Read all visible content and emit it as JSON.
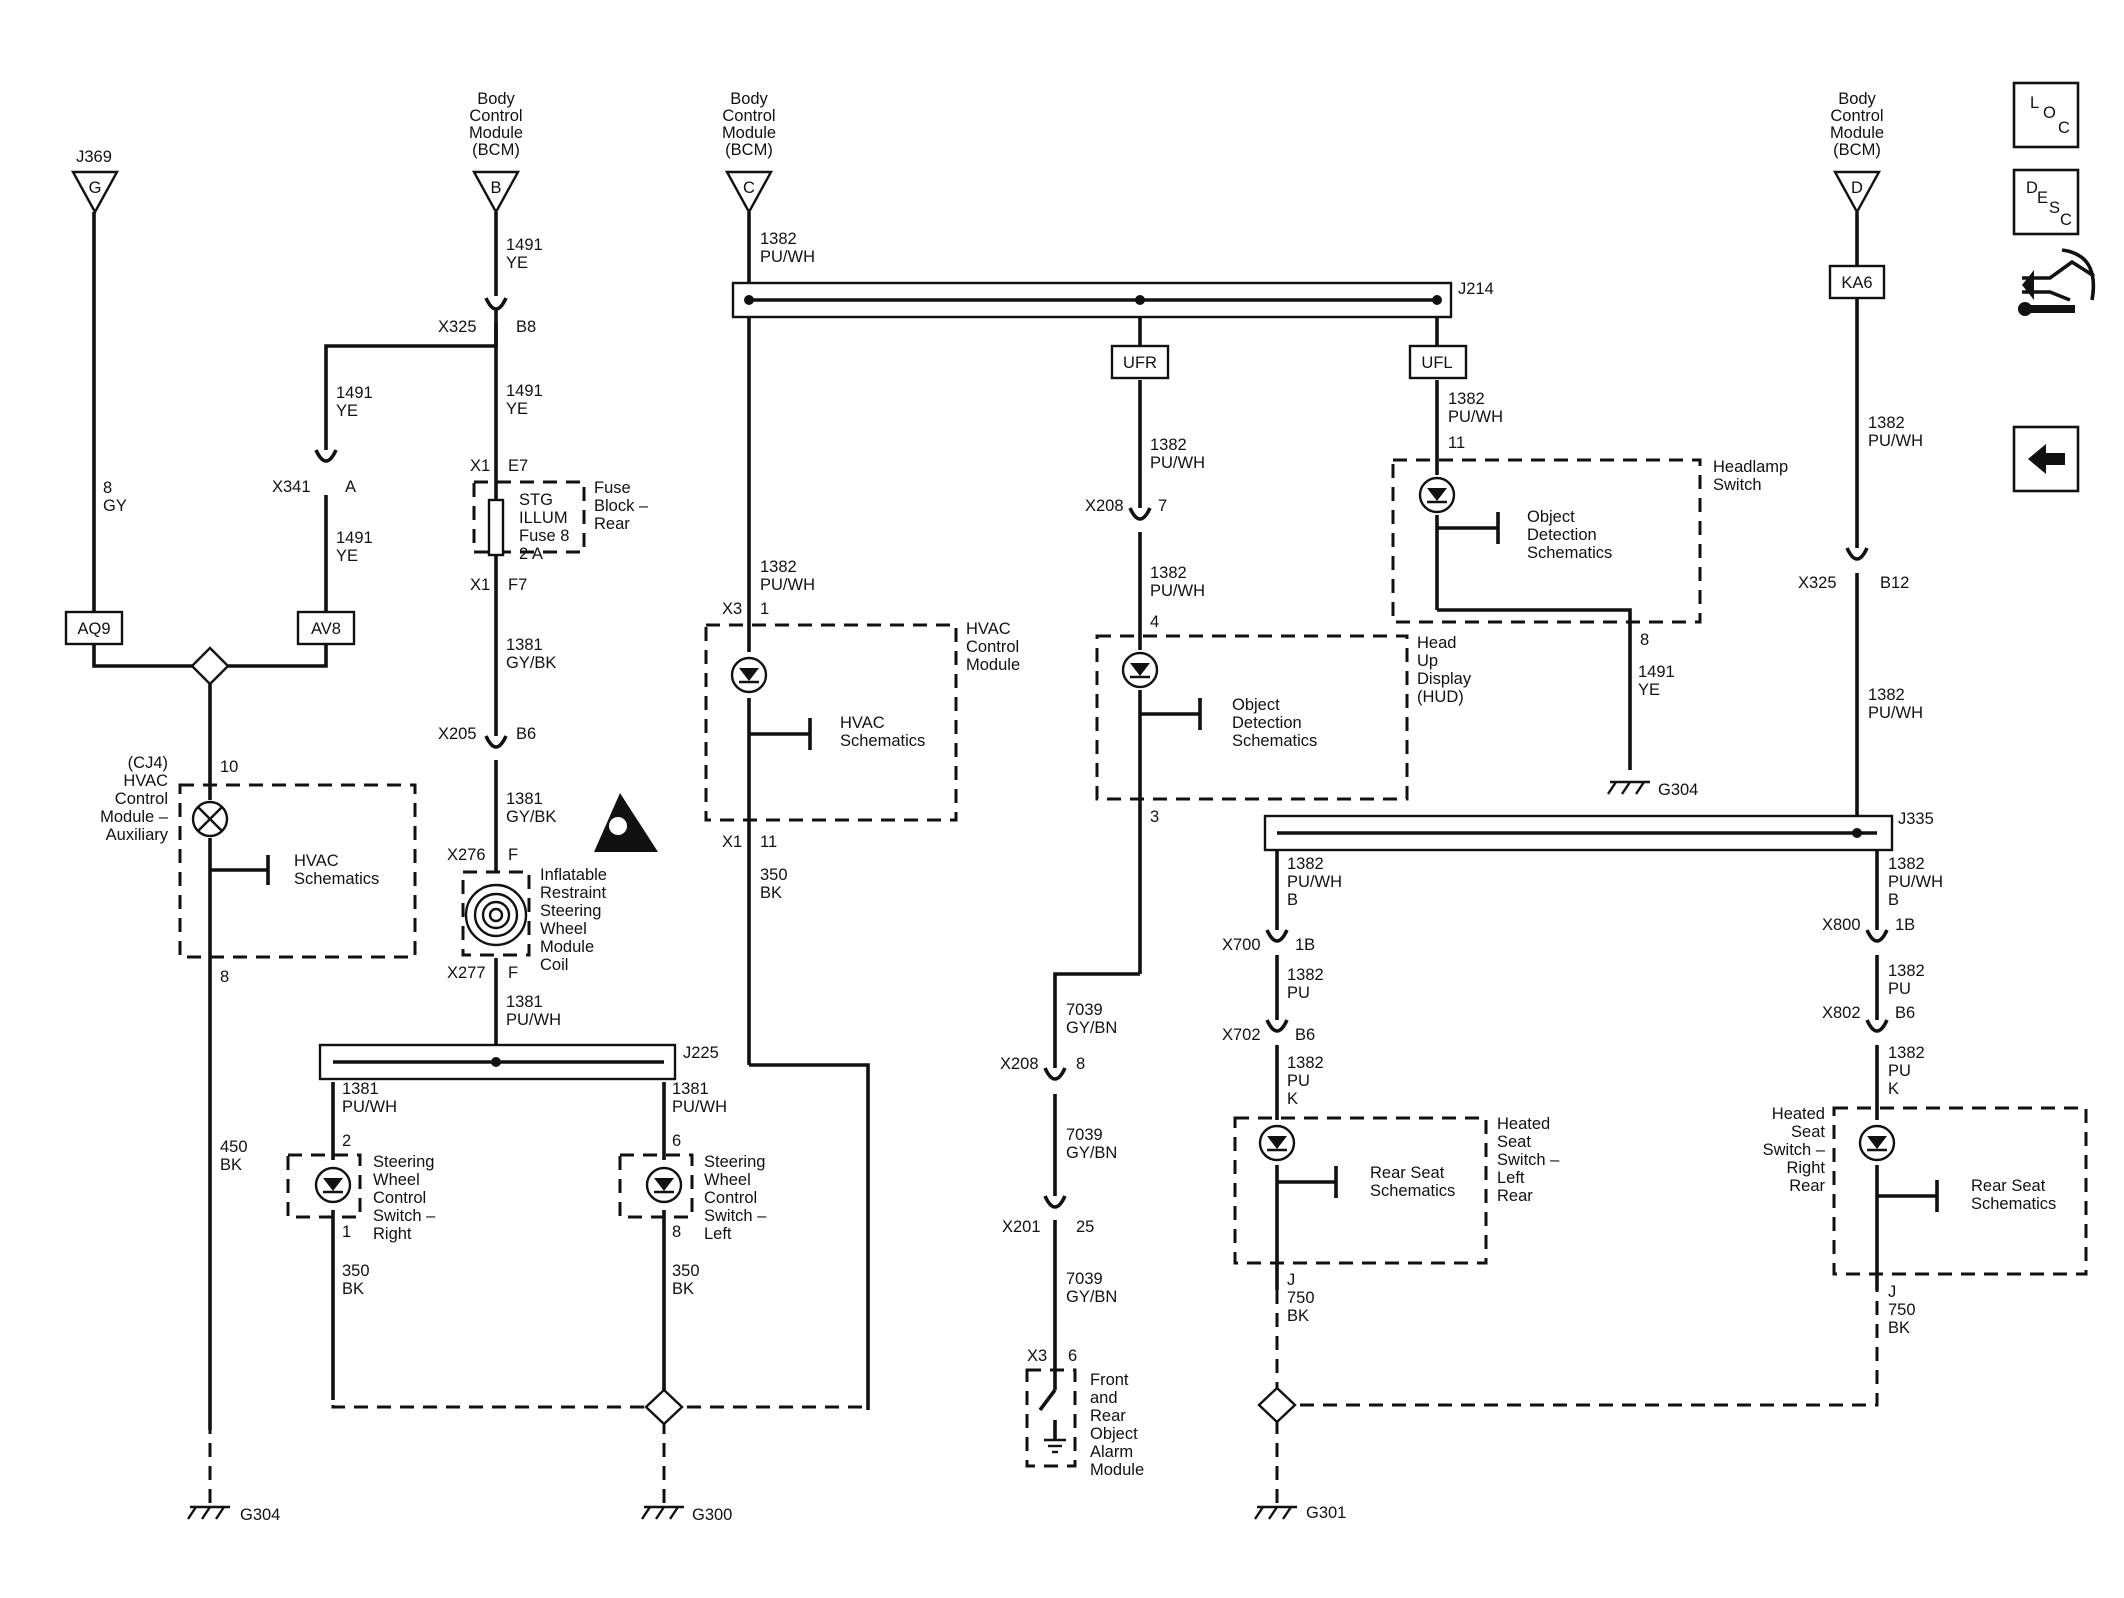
{
  "connectors": {
    "j369": "J369",
    "j369_pin": "G",
    "bcm_b": [
      "Body",
      "Control",
      "Module",
      "(BCM)"
    ],
    "bcm_b_pin": "B",
    "bcm_c": [
      "Body",
      "Control",
      "Module",
      "(BCM)"
    ],
    "bcm_c_pin": "C",
    "bcm_d": [
      "Body",
      "Control",
      "Module",
      "(BCM)"
    ],
    "bcm_d_pin": "D"
  },
  "splices": {
    "aq9": "AQ9",
    "av8": "AV8",
    "ufr": "UFR",
    "ufl": "UFL",
    "ka6": "KA6",
    "j214": "J214",
    "j225": "J225",
    "j335": "J335"
  },
  "wire_labels": {
    "gy8": [
      "8",
      "GY"
    ],
    "ye1491_top": [
      "1491",
      "YE"
    ],
    "ye1491_left": [
      "1491",
      "YE"
    ],
    "ye1491_left2": [
      "1491",
      "YE"
    ],
    "ye1491_mid": [
      "1491",
      "YE"
    ],
    "ye1491_hud": [
      "1491",
      "YE"
    ],
    "c1381_1": [
      "1381",
      "GY/BK"
    ],
    "c1381_2": [
      "1381",
      "GY/BK"
    ],
    "c1381_pu": [
      "1381",
      "PU/WH"
    ],
    "c1381_r": [
      "1381",
      "PU/WH"
    ],
    "c1381_l": [
      "1381",
      "PU/WH"
    ],
    "c1382_top": [
      "1382",
      "PU/WH"
    ],
    "c1382_hvac": [
      "1382",
      "PU/WH"
    ],
    "c1382_ufr": [
      "1382",
      "PU/WH"
    ],
    "c1382_ufr2": [
      "1382",
      "PU/WH"
    ],
    "c1382_ufl": [
      "1382",
      "PU/WH"
    ],
    "c1382_d1": [
      "1382",
      "PU/WH"
    ],
    "c1382_d2": [
      "1382",
      "PU/WH"
    ],
    "c1382_lb": [
      "1382",
      "PU/WH",
      "B"
    ],
    "c1382_rb": [
      "1382",
      "PU/WH",
      "B"
    ],
    "c1382_lpu": [
      "1382",
      "PU"
    ],
    "c1382_lpu2": [
      "1382",
      "PU",
      "K"
    ],
    "c1382_rpu": [
      "1382",
      "PU"
    ],
    "c1382_rpu2": [
      "1382",
      "PU",
      "K"
    ],
    "c350_hvac": [
      "350",
      "BK"
    ],
    "c350_r": [
      "350",
      "BK"
    ],
    "c350_l": [
      "350",
      "BK"
    ],
    "c450": [
      "450",
      "BK"
    ],
    "c7039_1": [
      "7039",
      "GY/BN"
    ],
    "c7039_2": [
      "7039",
      "GY/BN"
    ],
    "c7039_3": [
      "7039",
      "GY/BN"
    ],
    "c750_l": [
      "J",
      "750",
      "BK"
    ],
    "c750_r": [
      "J",
      "750",
      "BK"
    ]
  },
  "pins": {
    "x325_b8": [
      "X325",
      "B8"
    ],
    "x341_a": [
      "X341",
      "A"
    ],
    "x1_e7": [
      "X1",
      "E7"
    ],
    "x1_f7": [
      "X1",
      "F7"
    ],
    "x205_b6": [
      "X205",
      "B6"
    ],
    "x276_f": [
      "X276",
      "F"
    ],
    "x277_f": [
      "X277",
      "F"
    ],
    "x3_1": [
      "X3",
      "1"
    ],
    "x1_11": [
      "X1",
      "11"
    ],
    "x208_7": [
      "X208",
      "7"
    ],
    "hud_4": "4",
    "hud_3": "3",
    "hl_11": "11",
    "hl_8": "8",
    "x325_b12": [
      "X325",
      "B12"
    ],
    "x208_8": [
      "X208",
      "8"
    ],
    "x201_25": [
      "X201",
      "25"
    ],
    "x3_6": [
      "X3",
      "6"
    ],
    "x700_1b": [
      "X700",
      "1B"
    ],
    "x702_b6": [
      "X702",
      "B6"
    ],
    "x800_1b": [
      "X800",
      "1B"
    ],
    "x802_b6": [
      "X802",
      "B6"
    ],
    "cj4_10": "10",
    "cj4_8": "8",
    "swr_2": "2",
    "swr_1": "1",
    "swl_6": "6",
    "swl_8": "8"
  },
  "components": {
    "fuse": [
      "STG",
      "ILLUM",
      "Fuse 8",
      "2 A"
    ],
    "fuse_block": [
      "Fuse",
      "Block –",
      "Rear"
    ],
    "hvac_aux": [
      "(CJ4)",
      "HVAC",
      "Control",
      "Module –",
      "Auxiliary"
    ],
    "hvac_sch_1": [
      "HVAC",
      "Schematics"
    ],
    "hvac_sch_2": [
      "HVAC",
      "Schematics"
    ],
    "hvac_module": [
      "HVAC",
      "Control",
      "Module"
    ],
    "coil": [
      "Inflatable",
      "Restraint",
      "Steering",
      "Wheel",
      "Module",
      "Coil"
    ],
    "sw_right": [
      "Steering",
      "Wheel",
      "Control",
      "Switch –",
      "Right"
    ],
    "sw_left": [
      "Steering",
      "Wheel",
      "Control",
      "Switch –",
      "Left"
    ],
    "hud": [
      "Head",
      "Up",
      "Display",
      "(HUD)"
    ],
    "obj_1": [
      "Object",
      "Detection",
      "Schematics"
    ],
    "obj_2": [
      "Object",
      "Detection",
      "Schematics"
    ],
    "headlamp": [
      "Headlamp",
      "Switch"
    ],
    "alarm": [
      "Front",
      "and",
      "Rear",
      "Object",
      "Alarm",
      "Module"
    ],
    "heat_left": [
      "Heated",
      "Seat",
      "Switch –",
      "Left",
      "Rear"
    ],
    "heat_right": [
      "Heated",
      "Seat",
      "Switch –",
      "Right",
      "Rear"
    ],
    "rear_sch_1": [
      "Rear Seat",
      "Schematics"
    ],
    "rear_sch_2": [
      "Rear Seat",
      "Schematics"
    ]
  },
  "grounds": {
    "g304_a": "G304",
    "g300": "G300",
    "g301": "G301",
    "g304_b": "G304"
  },
  "nav": {
    "loc": [
      "L",
      "O",
      "C"
    ],
    "desc": [
      "D",
      "E",
      "S",
      "C"
    ],
    "connector_icon": "connector-icon",
    "back_icon": "back-arrow-icon"
  }
}
